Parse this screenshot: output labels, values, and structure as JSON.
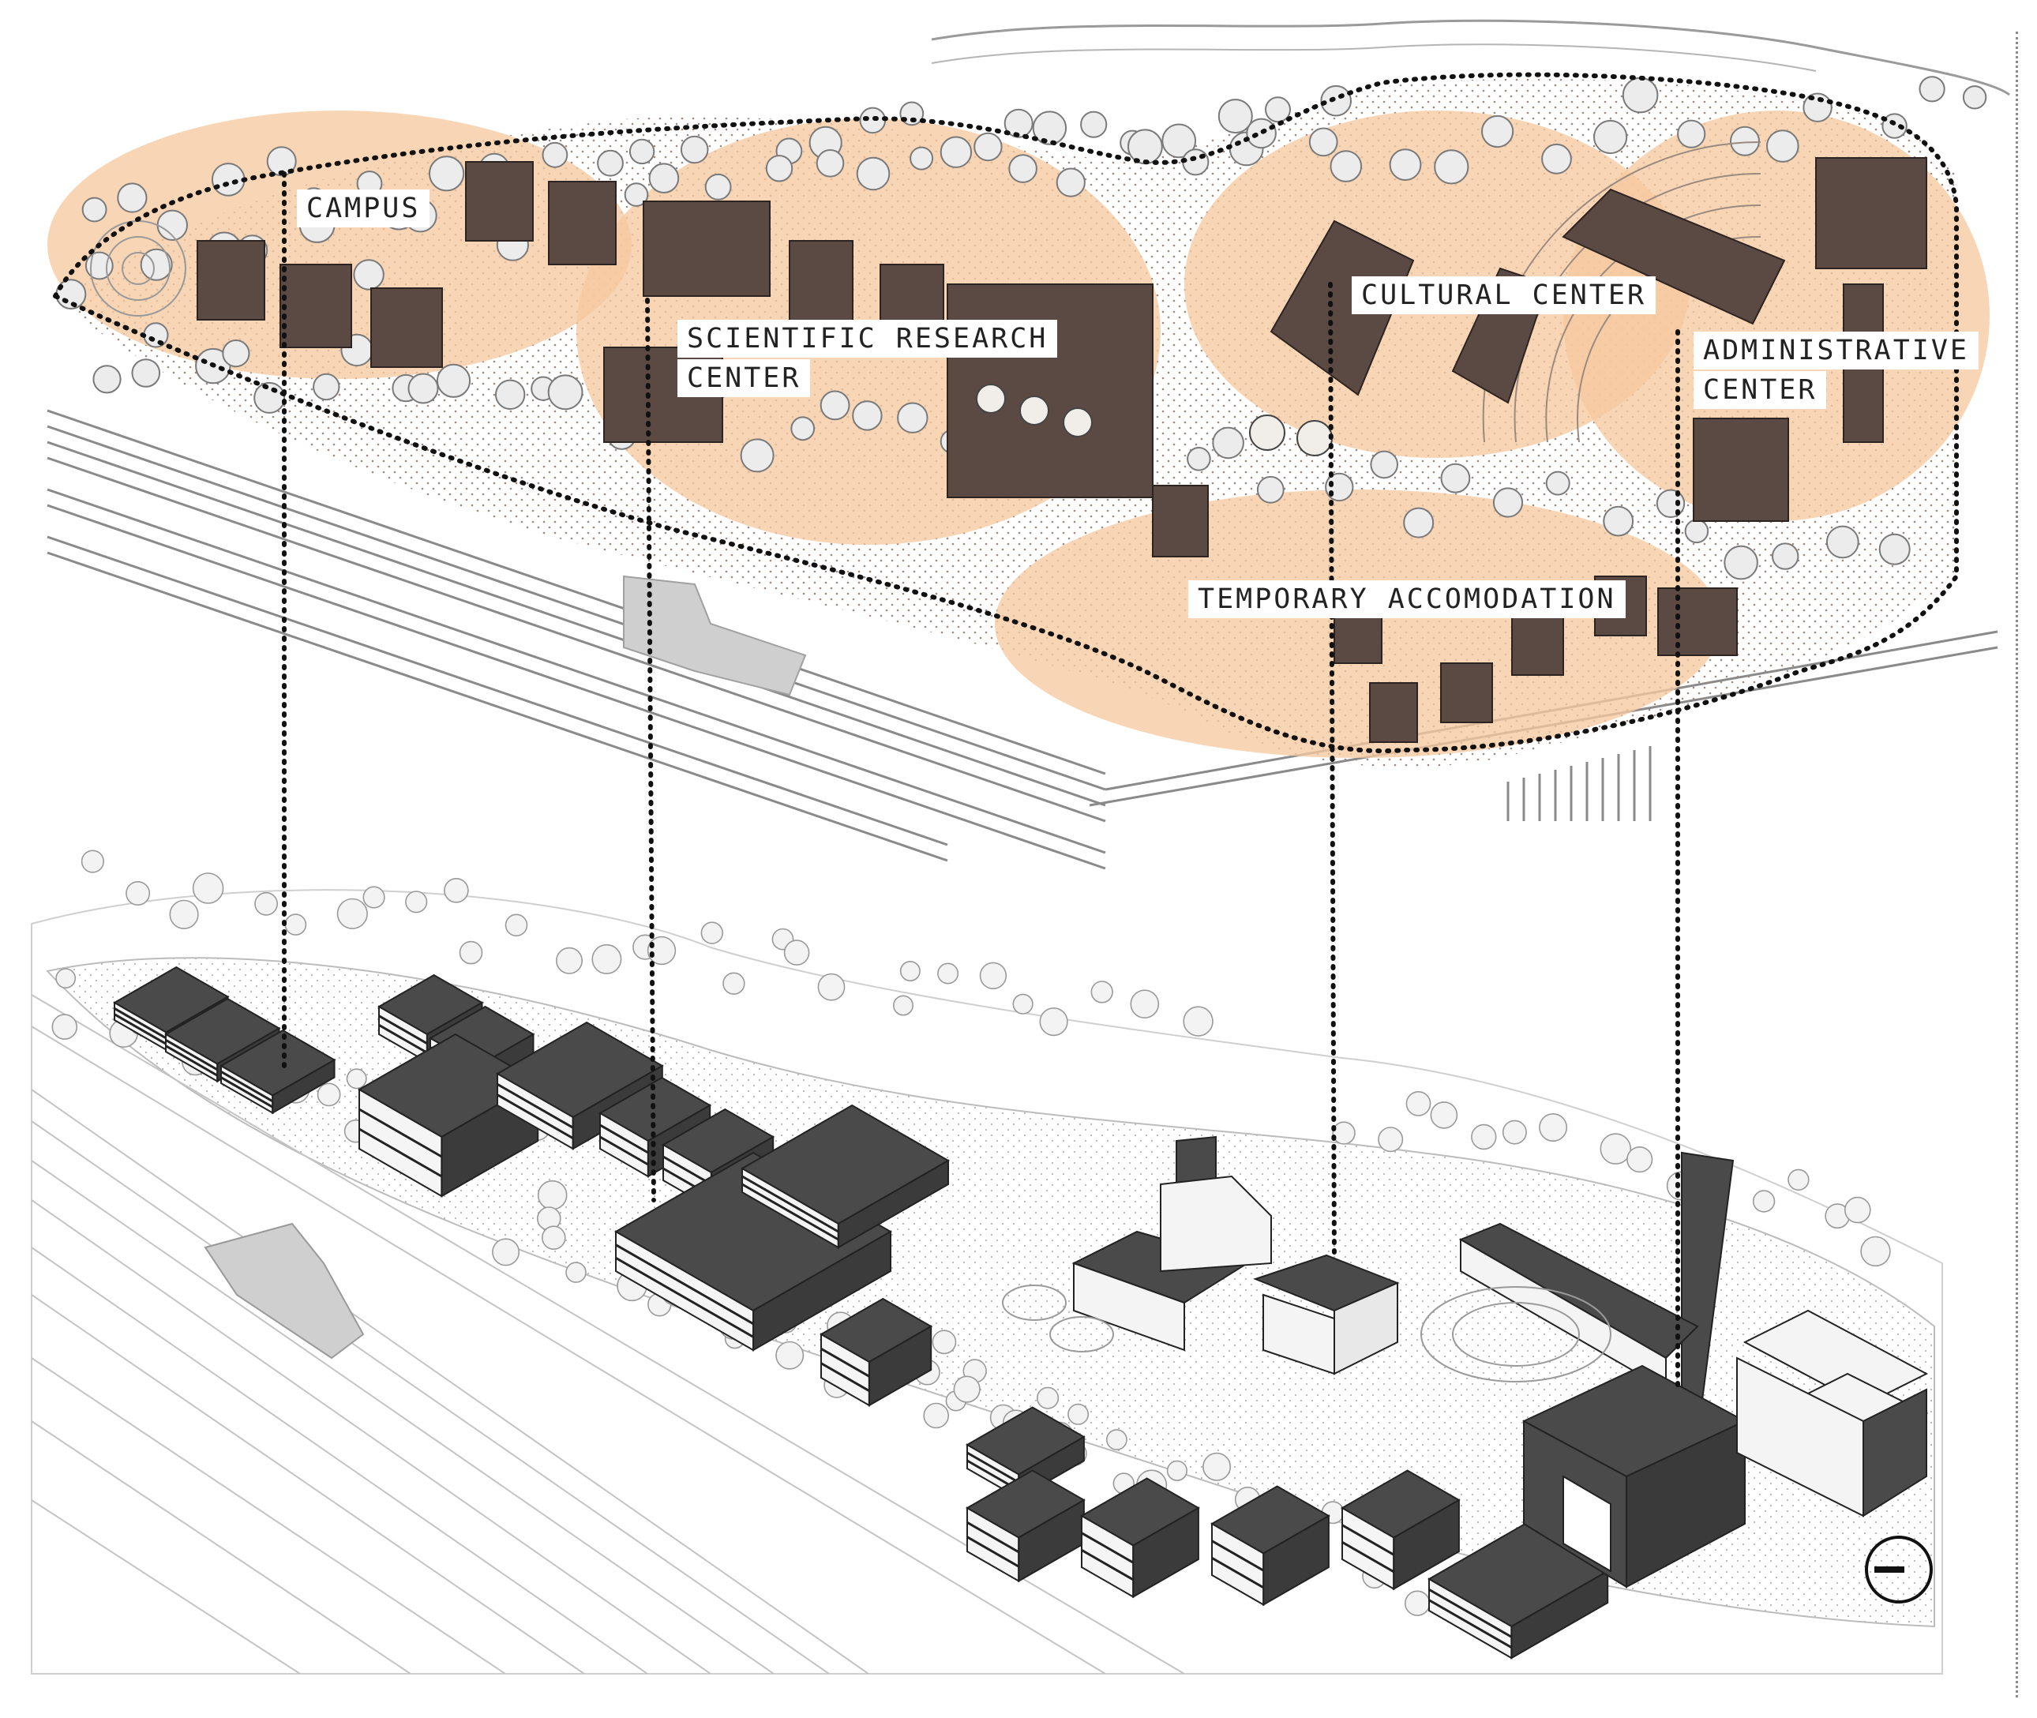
{
  "colors": {
    "zone_fill": "#f6c9a0",
    "building_fill": "#5b4a44",
    "axon_building": "#4a4a4a",
    "line": "#8a8a8a",
    "tree": "#e6e6e6",
    "boundary": "#111111",
    "existing_building": "#cfcfcf"
  },
  "labels": {
    "campus": "CAMPUS",
    "scientific_research": "SCIENTIFIC RESEARCH",
    "scientific_research_2": "CENTER",
    "cultural_center": "CULTURAL CENTER",
    "administrative": "ADMINISTRATIVE",
    "administrative_2": "CENTER",
    "temporary_accommodation": "TEMPORARY ACCOMODATION"
  },
  "icons": {
    "north_arrow": "north-arrow-icon"
  }
}
